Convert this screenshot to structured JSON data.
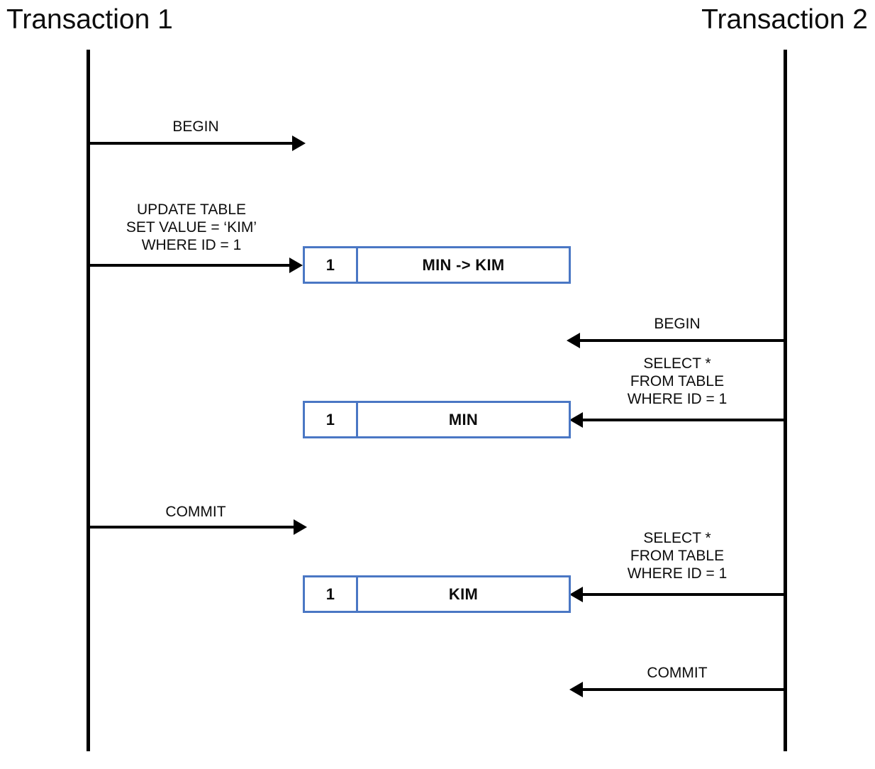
{
  "diagram": {
    "type": "sequence-diagram",
    "title_left": "Transaction 1",
    "title_right": "Transaction 2",
    "colors": {
      "line": "#000000",
      "text": "#0d0d0d",
      "box_border": "#4a77c4",
      "background": "#ffffff"
    },
    "messages": [
      {
        "id": "m1",
        "label": "BEGIN",
        "direction": "right",
        "actor": "Transaction 1"
      },
      {
        "id": "m2",
        "label": "UPDATE TABLE\nSET VALUE = ‘KIM’\nWHERE ID = 1",
        "direction": "right",
        "actor": "Transaction 1"
      },
      {
        "id": "m3",
        "label": "BEGIN",
        "direction": "left",
        "actor": "Transaction 2"
      },
      {
        "id": "m4",
        "label": "SELECT *\nFROM TABLE\nWHERE ID = 1",
        "direction": "left",
        "actor": "Transaction 2"
      },
      {
        "id": "m5",
        "label": "COMMIT",
        "direction": "right",
        "actor": "Transaction 1"
      },
      {
        "id": "m6",
        "label": "SELECT *\nFROM TABLE\nWHERE ID = 1",
        "direction": "left",
        "actor": "Transaction 2"
      },
      {
        "id": "m7",
        "label": "COMMIT",
        "direction": "left",
        "actor": "Transaction 2"
      }
    ],
    "records": [
      {
        "id": "r1",
        "id_value": "1",
        "value": "MIN -> KIM"
      },
      {
        "id": "r2",
        "id_value": "1",
        "value": "MIN"
      },
      {
        "id": "r3",
        "id_value": "1",
        "value": "KIM"
      }
    ]
  }
}
